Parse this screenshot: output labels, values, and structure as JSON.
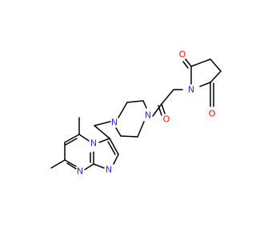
{
  "colors": {
    "background": "#ffffff",
    "bond": "#000000",
    "nitrogen": "#2b2bff",
    "oxygen": "#ff0d0d"
  },
  "atoms": {
    "n_pyrimidine_bottom": "N",
    "n_bridgehead": "N",
    "n_imidazole": "N",
    "n_piperazine_left": "N",
    "n_piperazine_right": "N",
    "o_amide": "O",
    "n_succinimide": "N",
    "o_succinimide_top": "O",
    "o_succinimide_bottom": "O"
  }
}
